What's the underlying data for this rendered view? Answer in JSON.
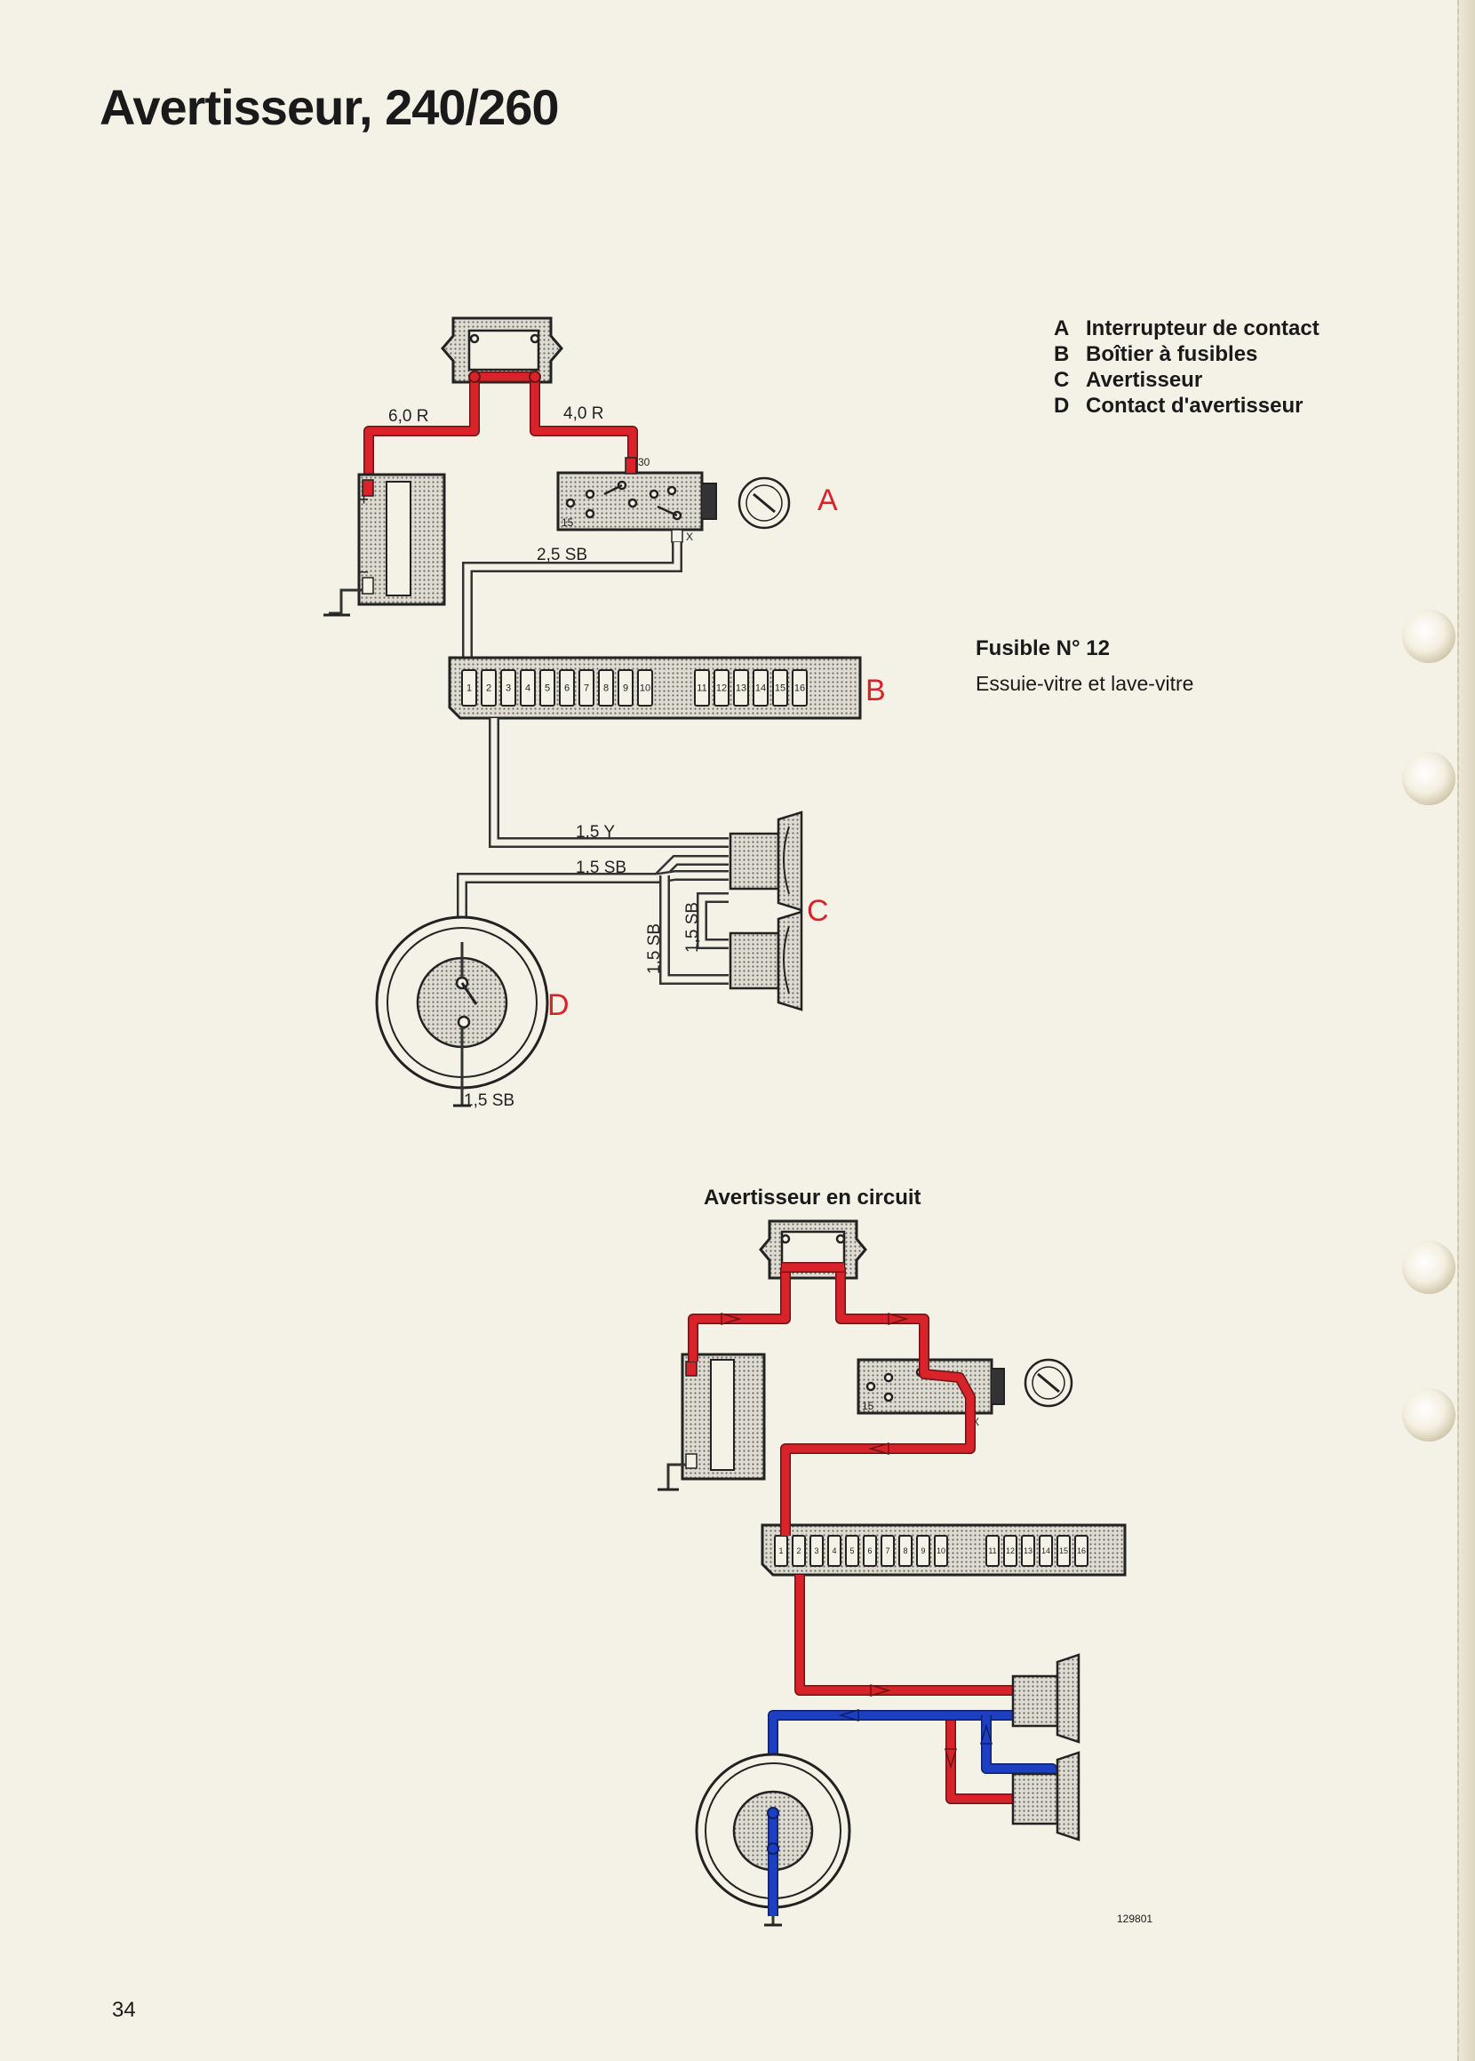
{
  "page": {
    "title": "Avertisseur, 240/260",
    "number": "34",
    "reference": "129801"
  },
  "legend": [
    {
      "key": "A",
      "text": "Interrupteur de contact"
    },
    {
      "key": "B",
      "text": "Boîtier à fusibles"
    },
    {
      "key": "C",
      "text": "Avertisseur"
    },
    {
      "key": "D",
      "text": "Contact d'avertisseur"
    }
  ],
  "fuse": {
    "label": "Fusible N° 12",
    "description": "Essuie-vitre et lave-vitre"
  },
  "diagram1": {
    "wire_labels": {
      "battery": "6,0 R",
      "ignition": "4,0 R",
      "feed": "2,5 SB",
      "horn_feed": "1,5 Y",
      "horn_ground": "1,5 SB",
      "horn_link_a": "1,5 SB",
      "horn_link_b": "1,5 SB",
      "contact_ground": "1,5 SB"
    },
    "terminal_labels": {
      "t30": "30",
      "t15": "15",
      "tx": "X",
      "plus": "+",
      "minus": "−"
    },
    "component_labels": {
      "a": "A",
      "b": "B",
      "c": "C",
      "d": "D"
    },
    "fuse_numbers": [
      "1",
      "2",
      "3",
      "4",
      "5",
      "6",
      "7",
      "8",
      "9",
      "10",
      "11",
      "12",
      "13",
      "14",
      "15",
      "16"
    ]
  },
  "diagram2": {
    "title": "Avertisseur en circuit",
    "terminal_labels": {
      "t15": "15",
      "tx": "X"
    },
    "fuse_numbers": [
      "1",
      "2",
      "3",
      "4",
      "5",
      "6",
      "7",
      "8",
      "9",
      "10",
      "11",
      "12",
      "13",
      "14",
      "15",
      "16"
    ],
    "colors": {
      "current_positive": "#d9232a",
      "current_ground": "#1d3fc4"
    }
  }
}
